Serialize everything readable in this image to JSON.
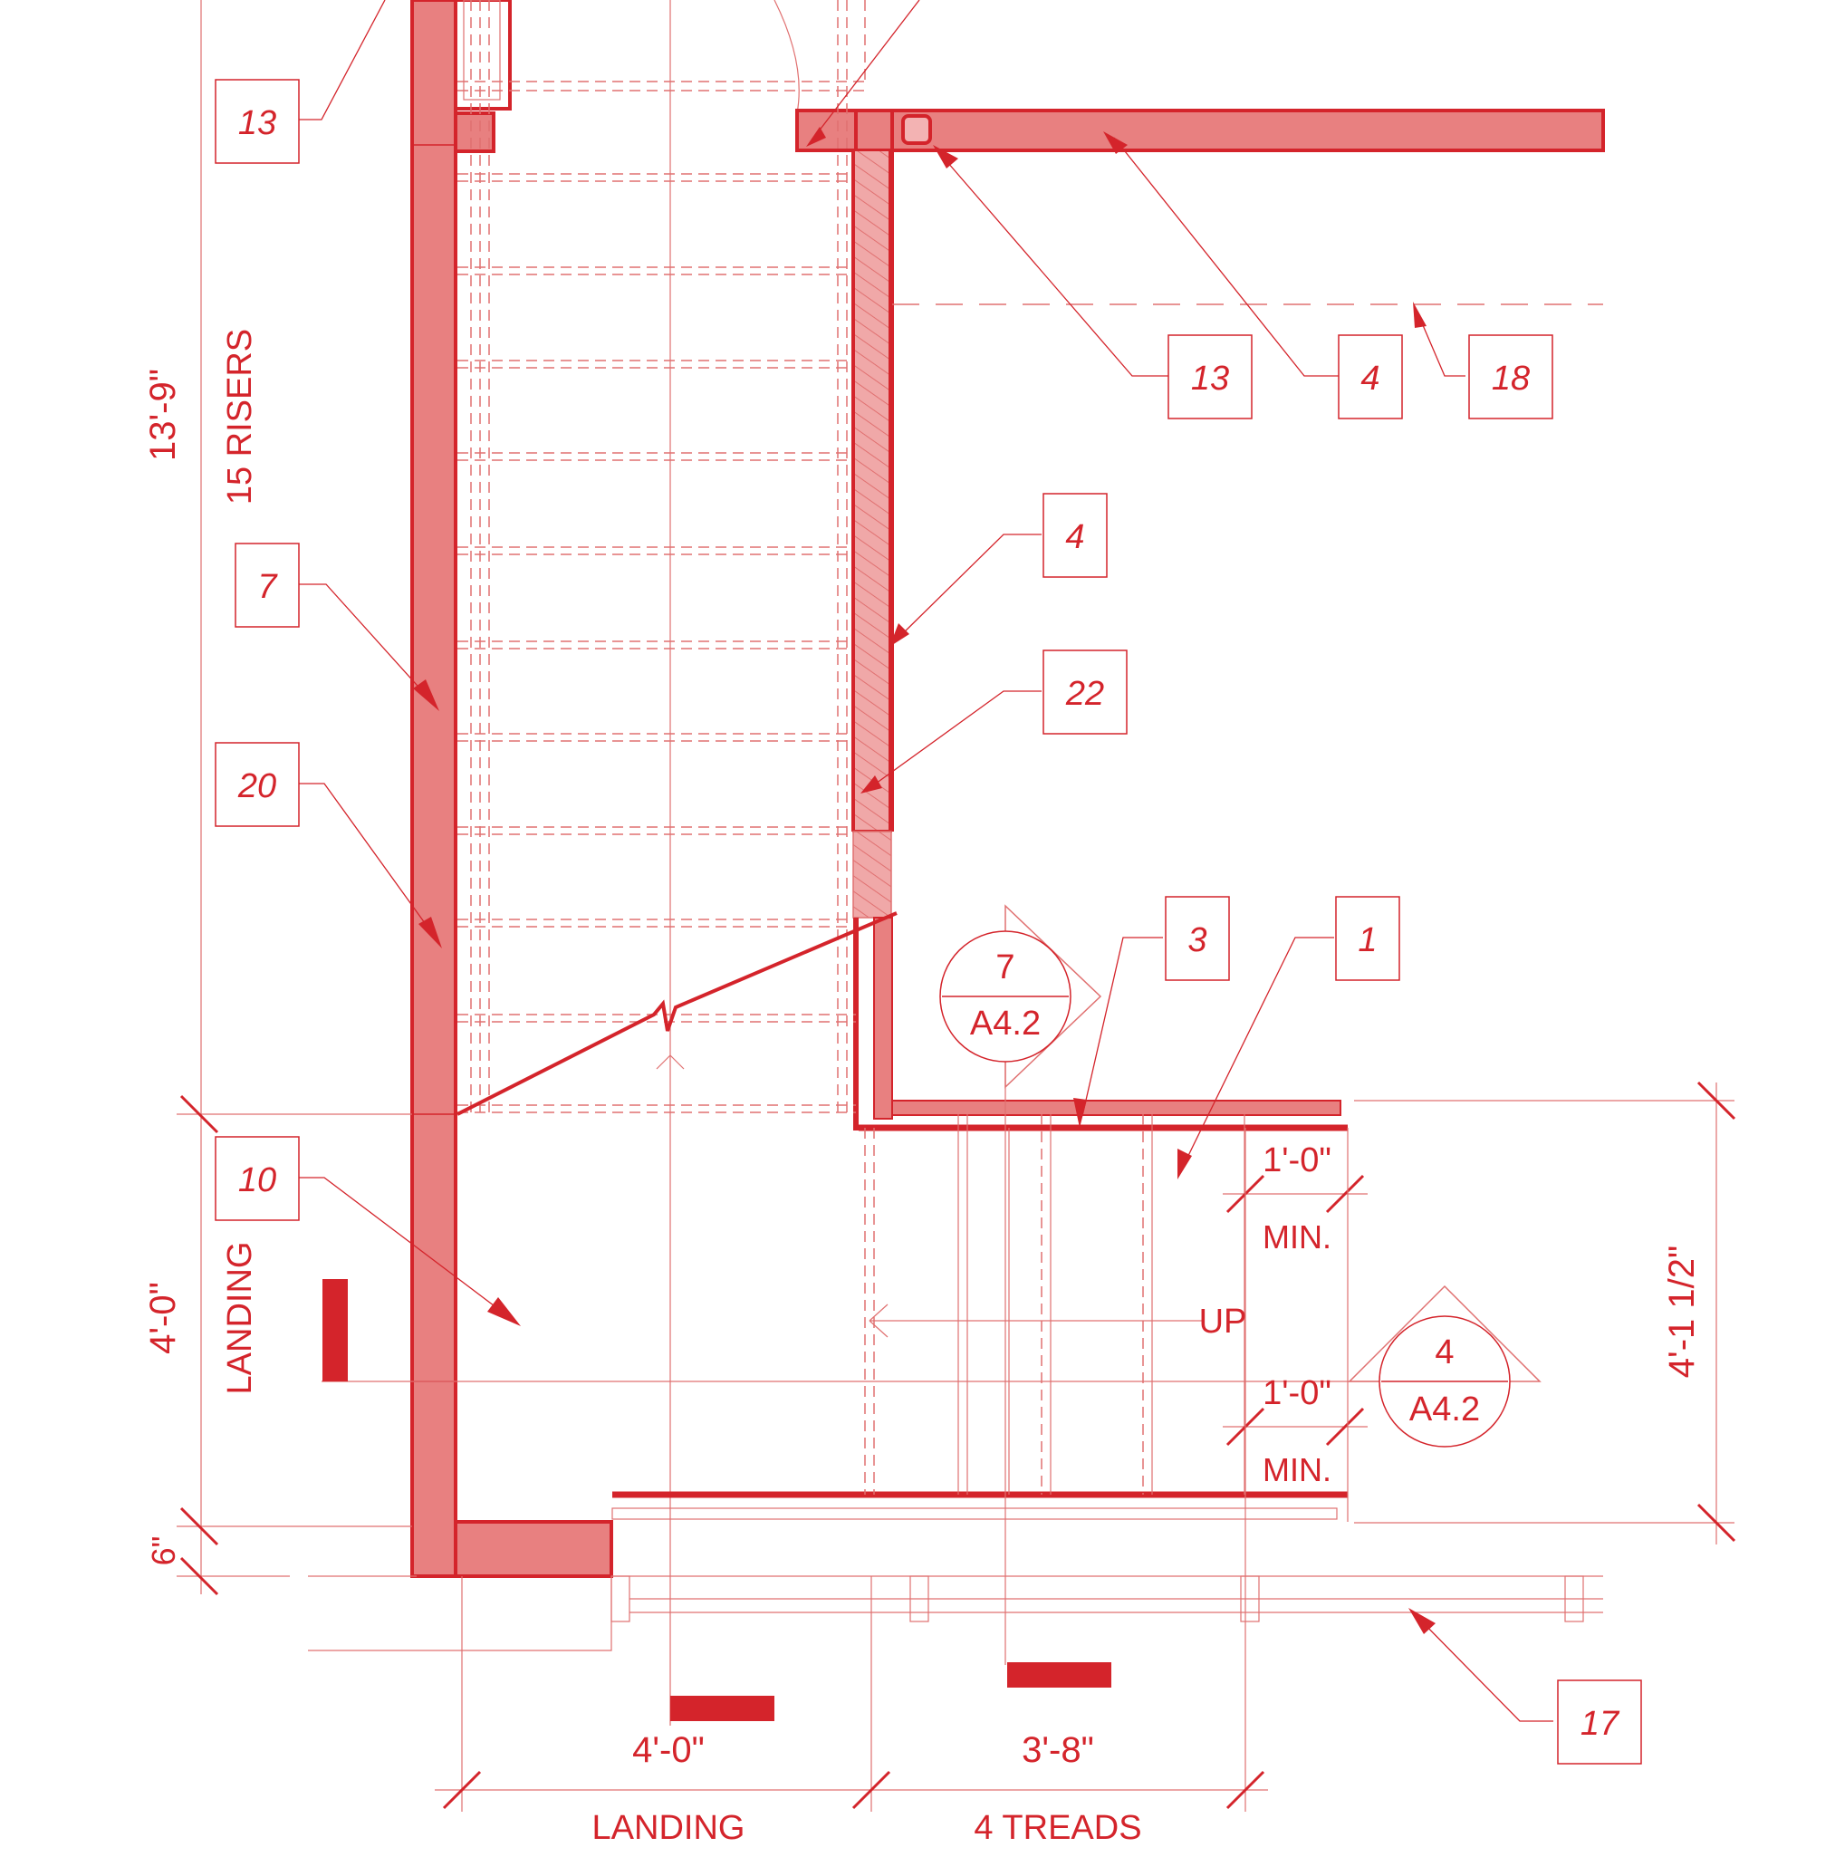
{
  "callouts": [
    {
      "id": "tag-13-top-left",
      "text": "13"
    },
    {
      "id": "tag-13",
      "text": "13"
    },
    {
      "id": "tag-4-top",
      "text": "4"
    },
    {
      "id": "tag-18",
      "text": "18"
    },
    {
      "id": "tag-4",
      "text": "4"
    },
    {
      "id": "tag-7",
      "text": "7"
    },
    {
      "id": "tag-22",
      "text": "22"
    },
    {
      "id": "tag-20",
      "text": "20"
    },
    {
      "id": "tag-3",
      "text": "3"
    },
    {
      "id": "tag-1",
      "text": "1"
    },
    {
      "id": "tag-10",
      "text": "10"
    },
    {
      "id": "tag-17",
      "text": "17"
    }
  ],
  "section_markers": [
    {
      "number": "7",
      "sheet": "A4.2"
    },
    {
      "number": "4",
      "sheet": "A4.2"
    }
  ],
  "dimensions": {
    "overall_run": "13'-9\"",
    "risers": "15 RISERS",
    "landing_depth": "4'-0\"",
    "landing_label": "LANDING",
    "step": "6\"",
    "stair_width": "4'-1 1/2\"",
    "clear_1": "1'-0\"",
    "min_1": "MIN.",
    "clear_2": "1'-0\"",
    "min_2": "MIN.",
    "up": "UP",
    "landing_width": "4'-0\"",
    "landing_width_label": "LANDING",
    "treads_width": "3'-8\"",
    "treads_label": "4 TREADS"
  },
  "colors": {
    "line": "#d4242b",
    "fill": "#e88080",
    "background": "#ffffff"
  }
}
